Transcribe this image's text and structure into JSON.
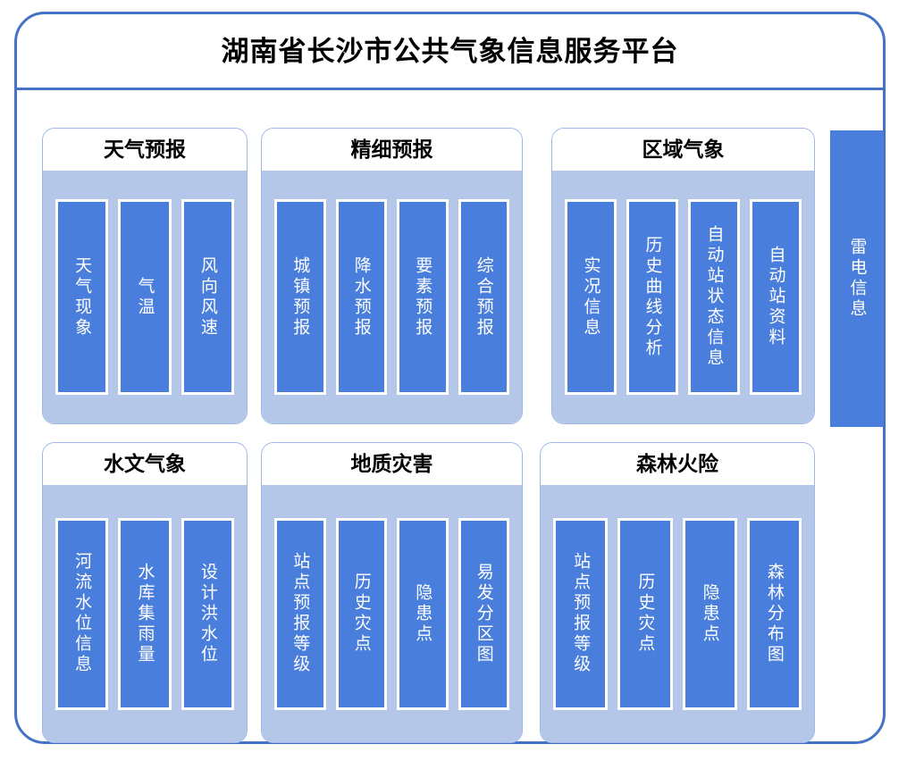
{
  "header": {
    "title": "湖南省长沙市公共气象信息服务平台"
  },
  "colors": {
    "frame_border": "#4472C4",
    "panel_border": "#9DB7E8",
    "panel_body": "#B4C7E8",
    "item_bar": "#4A7EDC",
    "item_bar_border": "#FFFFFF",
    "title_text": "#000000",
    "item_text": "#FFFFFF",
    "background": "#FFFFFF"
  },
  "panels": [
    {
      "title": "天气预报",
      "items": [
        {
          "label": "天气现象"
        },
        {
          "label": "气温"
        },
        {
          "label": "风向风速"
        }
      ]
    },
    {
      "title": "精细预报",
      "items": [
        {
          "label": "城镇预报"
        },
        {
          "label": "降水预报"
        },
        {
          "label": "要素预报"
        },
        {
          "label": "综合预报"
        }
      ]
    },
    {
      "title": "区域气象",
      "items": [
        {
          "label": "实况信息"
        },
        {
          "label": "历史曲线分析"
        },
        {
          "label": "自动站状态信息"
        },
        {
          "label": "自动站资料"
        }
      ]
    },
    {
      "title": "水文气象",
      "items": [
        {
          "label": "河流水位信息"
        },
        {
          "label": "水库集雨量"
        },
        {
          "label": "设计洪水位"
        }
      ]
    },
    {
      "title": "地质灾害",
      "items": [
        {
          "label": "站点预报等级"
        },
        {
          "label": "历史灾点"
        },
        {
          "label": "隐患点"
        },
        {
          "label": "易发分区图"
        }
      ]
    },
    {
      "title": "森林火险",
      "items": [
        {
          "label": "站点预报等级"
        },
        {
          "label": "历史灾点"
        },
        {
          "label": "隐患点"
        },
        {
          "label": "森林分布图"
        }
      ]
    }
  ],
  "sidebar": {
    "label": "雷电信息"
  }
}
